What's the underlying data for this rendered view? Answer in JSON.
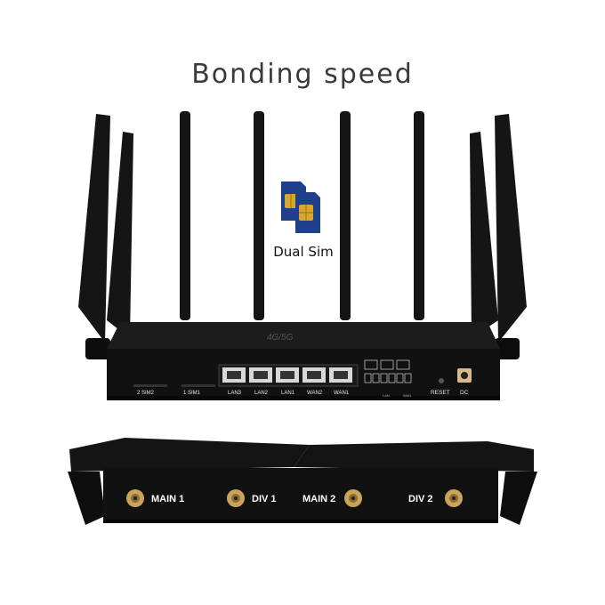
{
  "title": "Bonding speed",
  "sim_caption": "Dual Sim",
  "brand_mark": "4G/5G",
  "sim_slots": [
    "2 SIM2",
    "1 SIM1"
  ],
  "ethernet_ports": [
    "LAN3",
    "LAN2",
    "LAN1",
    "WAN2",
    "WAN1"
  ],
  "buttons": {
    "reset": "RESET",
    "dc": "DC"
  },
  "led_labels": [
    "LAN",
    "WAN"
  ],
  "antenna_ports": [
    "MAIN 1",
    "DIV 1",
    "MAIN 2",
    "DIV 2"
  ],
  "colors": {
    "device": "#111111",
    "sim_blue": "#1e3f8a",
    "sim_gold": "#d8a62c",
    "connector_gold": "#c9a45a"
  }
}
